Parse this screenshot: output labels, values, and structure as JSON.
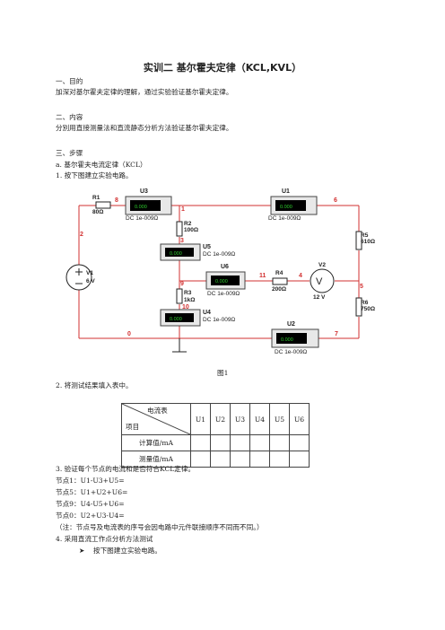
{
  "title": "实训二  基尔霍夫定律（KCL,KVL）",
  "s1": {
    "heading": "一、目的",
    "text": "加深对基尔霍夫定律的理解，通过实验验证基尔霍夫定律。"
  },
  "s2": {
    "heading": "二、内容",
    "text": "分別用直接测量法和直流静态分析方法验证基尔霍夫定律。"
  },
  "s3": {
    "heading": "三、步骤",
    "a": "a.  基尔霍夫电流定律（KCL）",
    "step1": "1.  按下图建立实验电路。",
    "fig_caption": "图1",
    "step2": "2.  将测试结果填入表中。",
    "step3": "3.  验证每个节点的电流和是否符合KCL定律。",
    "nodes": [
      "节点1：U1-U3+U5=",
      "节点5：U1+U2+U6=",
      "节点9：U4-U5+U6=",
      "节点0：U2+U3-U4="
    ],
    "note": "（注：节点号及电流表的序号会因电路中元件联接顺序不同而不同。）",
    "step4": "4.  采用直流工作点分析方法测试",
    "bullet": "按下图建立实验电路。"
  },
  "table": {
    "header_top": "电流表",
    "header_bottom": "项目",
    "columns": [
      "U1",
      "U2",
      "U3",
      "U4",
      "U5",
      "U6"
    ],
    "rows": [
      {
        "label": "计算值/mA",
        "values": [
          "",
          "",
          "",
          "",
          "",
          ""
        ]
      },
      {
        "label": "测量值/mA",
        "values": [
          "",
          "",
          "",
          "",
          "",
          ""
        ]
      }
    ]
  },
  "circuit": {
    "R1": {
      "name": "R1",
      "value": "80Ω"
    },
    "R2": {
      "name": "R2",
      "value": "100Ω"
    },
    "R3": {
      "name": "R3",
      "value": "1kΩ"
    },
    "R4": {
      "name": "R4",
      "value": "200Ω"
    },
    "R5": {
      "name": "R5",
      "value": "610Ω"
    },
    "R6": {
      "name": "R6",
      "value": "750Ω"
    },
    "V1": {
      "name": "V1",
      "value": "6 V"
    },
    "V2": {
      "name": "V2",
      "value": "12 V"
    },
    "meters": [
      {
        "name": "U3",
        "reading": "0.000",
        "mode": "DC  1e-009Ω"
      },
      {
        "name": "U1",
        "reading": "0.000",
        "mode": "DC  1e-009Ω"
      },
      {
        "name": "U5",
        "reading": "0.000",
        "mode": "DC  1e-009Ω"
      },
      {
        "name": "U6",
        "reading": "0.000",
        "mode": "DC  1e-009Ω"
      },
      {
        "name": "U4",
        "reading": "0.000",
        "mode": "DC  1e-009Ω"
      },
      {
        "name": "U2",
        "reading": "0.000",
        "mode": "DC  1e-009Ω"
      }
    ],
    "nodes": [
      "8",
      "1",
      "6",
      "2",
      "3",
      "5",
      "9",
      "11",
      "4",
      "10",
      "0",
      "7"
    ],
    "colors": {
      "wire": "#d23030",
      "meter_bg": "#000000",
      "meter_text": "#2ecc2e",
      "meter_frame": "#444444"
    }
  }
}
